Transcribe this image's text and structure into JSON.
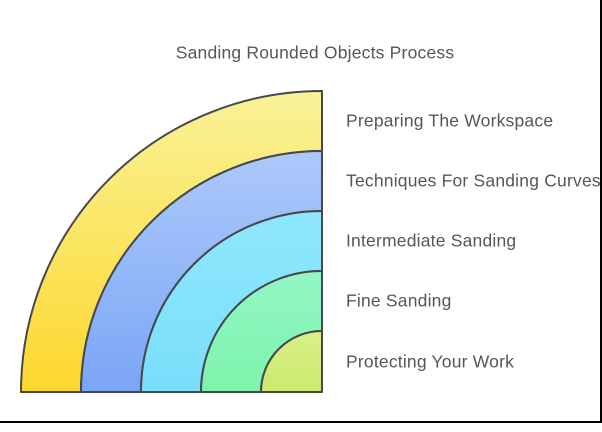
{
  "title": "Sanding Rounded Objects Process",
  "diagram": {
    "type": "concentric-quarter-ring-process",
    "steps": [
      {
        "label": "Preparing The Workspace",
        "color_top": "#f9f298",
        "color_bottom": "#fdd72c"
      },
      {
        "label": "Techniques For Sanding Curves",
        "color_top": "#adc9fa",
        "color_bottom": "#7aa5f6"
      },
      {
        "label": "Intermediate Sanding",
        "color_top": "#90e7fc",
        "color_bottom": "#79defb"
      },
      {
        "label": "Fine Sanding",
        "color_top": "#93f7c4",
        "color_bottom": "#7df3ac"
      },
      {
        "label": "Protecting Your Work",
        "color_top": "#daf089",
        "color_bottom": "#cbe96d"
      }
    ],
    "outline_color": "#45484f",
    "text_color": "#565656",
    "border_color": "#000000",
    "background_color": "#ffffff"
  }
}
